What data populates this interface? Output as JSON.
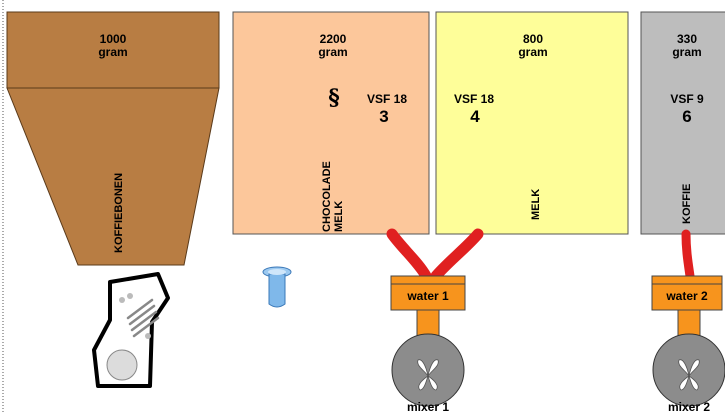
{
  "colors": {
    "bean": "#b87d43",
    "bean_dark": "#6f4a24",
    "chocolade": "#fcc79b",
    "melk": "#fefe99",
    "koffie": "#bdbdbd",
    "hose": "#e02020",
    "pump": "#f7941d",
    "mixer": "#8c8c8c"
  },
  "containers": [
    {
      "id": "koffiebonen",
      "amount": "1000",
      "unit": "gram",
      "name": "KOFFIEBONEN"
    },
    {
      "id": "chocolade",
      "amount": "2200",
      "unit": "gram",
      "vsf": "VSF 18",
      "number": "3",
      "name_line1": "CHOCOLADE",
      "name_line2": "MELK",
      "symbol": "§"
    },
    {
      "id": "melk",
      "amount": "800",
      "unit": "gram",
      "vsf": "VSF 18",
      "number": "4",
      "name": "MELK"
    },
    {
      "id": "koffie",
      "amount": "330",
      "unit": "gram",
      "vsf": "VSF 9",
      "number": "6",
      "name": "KOFFIE"
    }
  ],
  "pumps": [
    {
      "label": "water 1"
    },
    {
      "label": "water 2"
    }
  ],
  "mixers": [
    {
      "label": "mixer 1"
    },
    {
      "label": "mixer 2"
    }
  ],
  "icons": [
    "grinder-icon",
    "cup-icon",
    "fan-icon"
  ]
}
